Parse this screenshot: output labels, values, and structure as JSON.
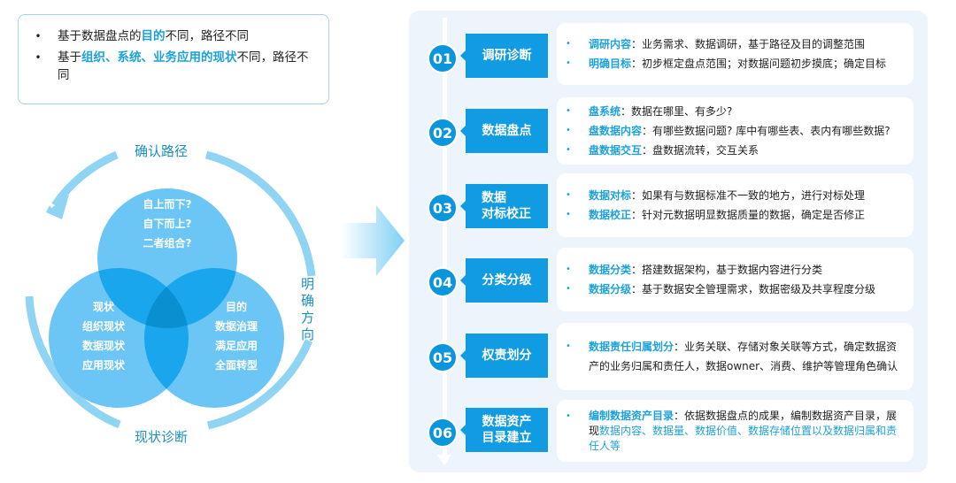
{
  "notes": {
    "line1": {
      "pre": "基于数据盘点的",
      "hl": "目的",
      "post": "不同，路径不同"
    },
    "line2": {
      "pre": "基于",
      "hl": "组织、系统、业务应用的现状",
      "post": "不同，路径不同"
    }
  },
  "venn": {
    "arc_top_label": "确认路径",
    "arc_right_label": "明确方向",
    "arc_bottom_label": "现状诊断",
    "top_circle": [
      "自上而下?",
      "自下而上?",
      "二者组合?"
    ],
    "left_circle": [
      "现状",
      "组织现状",
      "数据现状",
      "应用现状"
    ],
    "right_circle": [
      "目的",
      "数据治理",
      "满足应用",
      "全面转型"
    ],
    "colors": {
      "circle": "#6cc6f5",
      "overlap": "#1aa6ec",
      "center": "#0a8fd0",
      "arc": "#8fd4f3",
      "label": "#1a8fbf"
    }
  },
  "steps": [
    {
      "num": "01",
      "tag": "调研诊断",
      "bullets": [
        {
          "key": "调研内容",
          "text": "：业务需求、数据调研，基于路径及目的调整范围"
        },
        {
          "key": "明确目标",
          "text": "：初步框定盘点范围；对数据问题初步摸底；确定目标"
        }
      ]
    },
    {
      "num": "02",
      "tag": "数据盘点",
      "bullets": [
        {
          "key": "盘系统",
          "text": "：数据在哪里、有多少?"
        },
        {
          "key": "盘数据内容",
          "text": "：有哪些数据问题? 库中有哪些表、表内有哪些数据?"
        },
        {
          "key": "盘数据交互",
          "text": "：盘数据流转，交互关系"
        }
      ]
    },
    {
      "num": "03",
      "tag": "数据\n对标校正",
      "bullets": [
        {
          "key": "数据对标",
          "text": "：如果有与数据标准不一致的地方，进行对标处理"
        },
        {
          "key": "数据校正",
          "text": "：针对元数据明显数据质量的数据，确定是否修正"
        }
      ]
    },
    {
      "num": "04",
      "tag": "分类分级",
      "bullets": [
        {
          "key": "数据分类",
          "text": "：搭建数据架构，基于数据内容进行分类"
        },
        {
          "key": "数据分级",
          "text": "：基于数据安全管理需求，数据密级及共享程度分级"
        }
      ]
    },
    {
      "num": "05",
      "tag": "权责划分",
      "bullets": [
        {
          "key": "数据责任归属划分",
          "text": "：业务关联、存储对象关联等方式，确定数据资产的业务归属和责任人，数据owner、消费、维护等管理角色确认"
        }
      ]
    },
    {
      "num": "06",
      "tag": "数据资产\n目录建立",
      "bullets": [
        {
          "key": "编制数据资产目录",
          "text": "：依据数据盘点的成果，编制数据资产目录，展现",
          "hl": "数据内容、数据量、数据价值、数据存储位置以及数据归属和责任人等"
        }
      ]
    }
  ],
  "icons": {
    "bullet": "•",
    "arrow": "right-arrow-icon"
  }
}
